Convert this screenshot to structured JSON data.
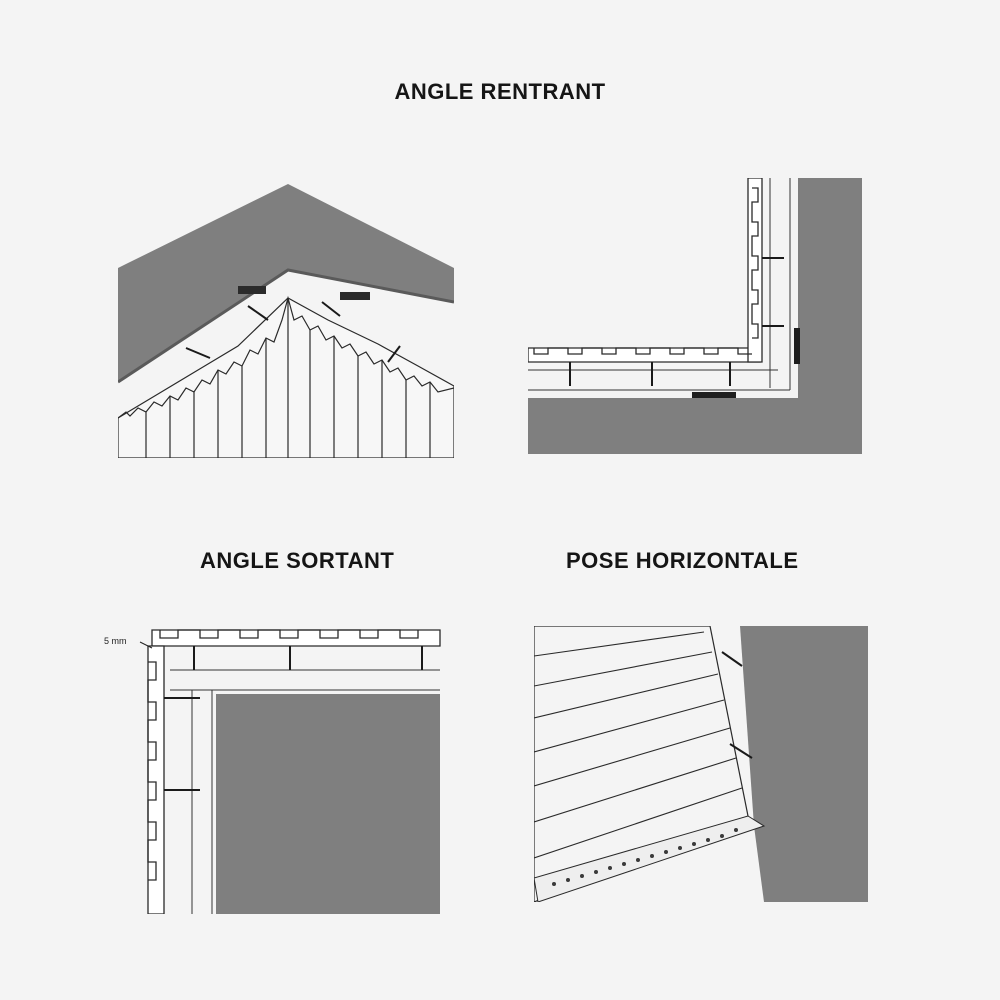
{
  "titles": {
    "angle_rentrant": "ANGLE RENTRANT",
    "angle_sortant": "ANGLE SORTANT",
    "pose_horizontale": "POSE HORIZONTALE"
  },
  "annotations": {
    "gap": "5 mm"
  },
  "colors": {
    "wall": "#7f7f7f",
    "panel": "#f7f7f7",
    "outline": "#2a2a2a",
    "clip": "#1a1a1a"
  }
}
